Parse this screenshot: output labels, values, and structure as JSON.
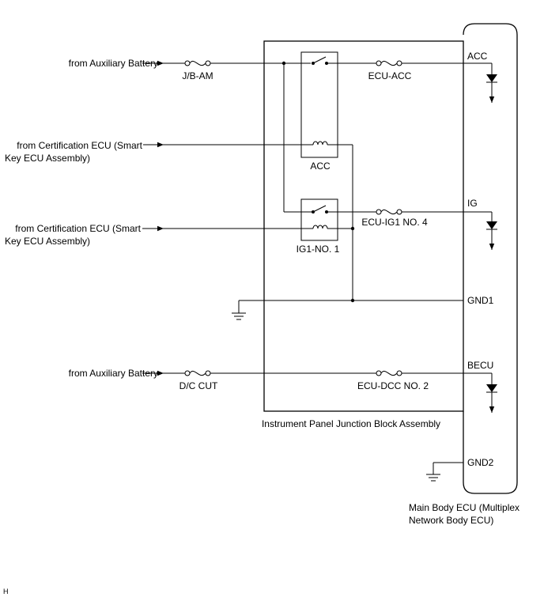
{
  "sources": {
    "aux_battery_1": "from Auxiliary Battery",
    "cert_ecu_1_line1": "from Certification ECU (Smart",
    "cert_ecu_1_line2": "Key ECU Assembly)",
    "cert_ecu_2_line1": "from Certification ECU (Smart",
    "cert_ecu_2_line2": "Key ECU Assembly)",
    "aux_battery_2": "from Auxiliary Battery"
  },
  "fuses": {
    "jb_am": "J/B-AM",
    "ecu_acc": "ECU-ACC",
    "ecu_ig1_no4": "ECU-IG1 NO. 4",
    "dc_cut": "D/C CUT",
    "ecu_dcc_no2": "ECU-DCC NO. 2"
  },
  "relays": {
    "acc": "ACC",
    "ig1_no1": "IG1-NO. 1"
  },
  "terminals": {
    "acc": "ACC",
    "ig": "IG",
    "gnd1": "GND1",
    "becu": "BECU",
    "gnd2": "GND2"
  },
  "components": {
    "junction_block": "Instrument Panel Junction Block Assembly",
    "main_body_ecu_line1": "Main Body ECU (Multiplex",
    "main_body_ecu_line2": "Network Body ECU)"
  },
  "footer": {
    "code": "H"
  }
}
